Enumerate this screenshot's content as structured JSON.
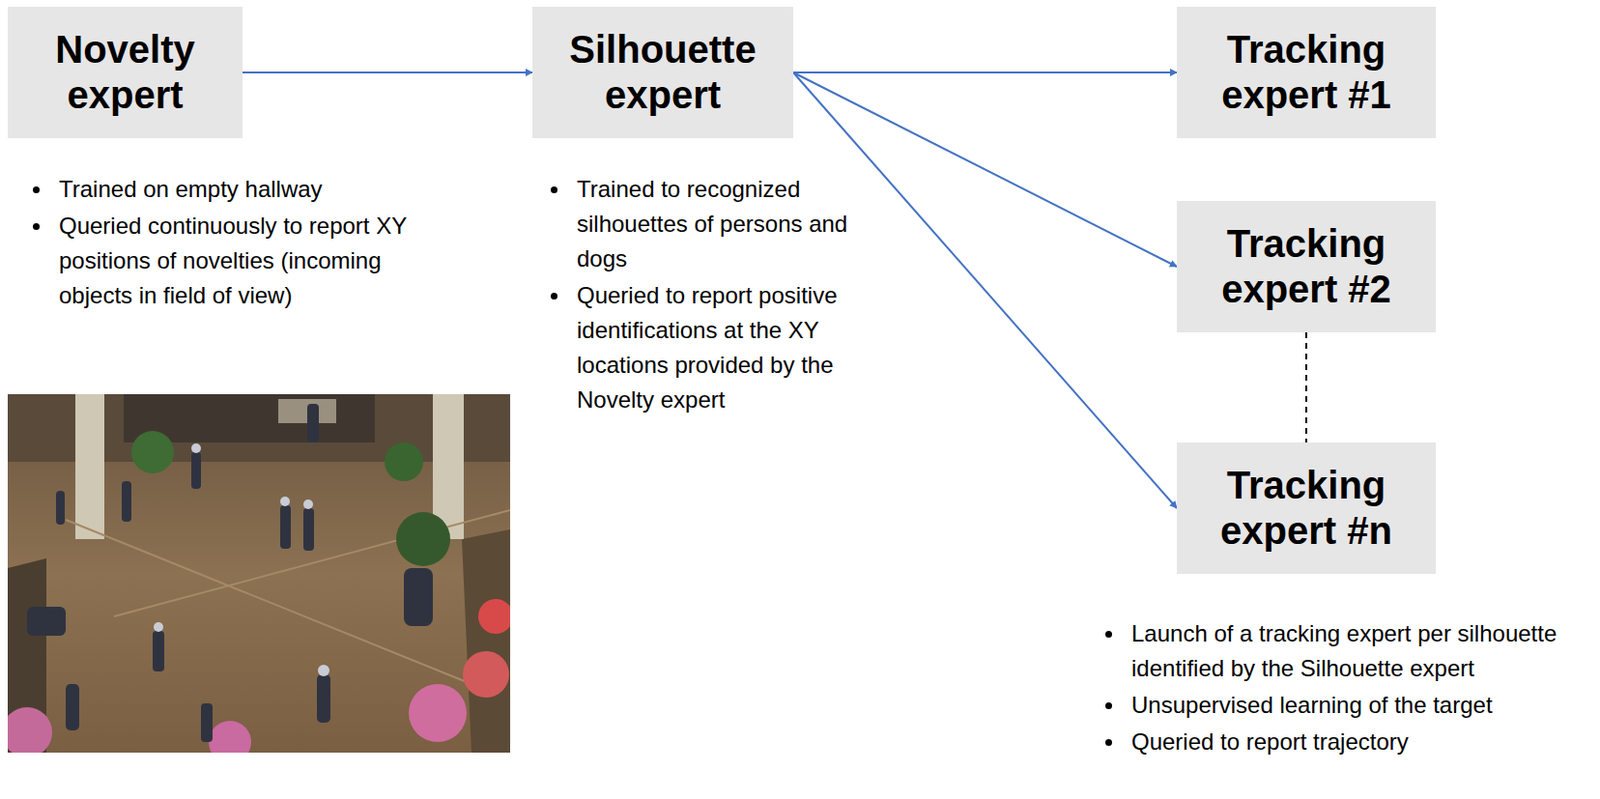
{
  "diagram": {
    "nodes": [
      {
        "text": [
          "Novelty expert"
        ]
      },
      {
        "text": [
          "Silhouette expert"
        ]
      },
      {
        "text": [
          "Tracking expert #1"
        ]
      },
      {
        "text": [
          "Tracking expert #2"
        ]
      },
      {
        "text": [
          "Tracking expert #n"
        ]
      }
    ],
    "edges": [
      {
        "from": 0,
        "to": 1,
        "arrow": "to"
      },
      {
        "from": 1,
        "to": 2,
        "arrow": "to"
      },
      {
        "from": 1,
        "to": 3,
        "arrow": "to"
      },
      {
        "from": 1,
        "to": 4,
        "arrow": "to"
      },
      {
        "from": 3,
        "to": 4,
        "arrow": "none"
      }
    ],
    "labels": [
      "Trained on empty hallway",
      "Queried continuously to report XY positions of novelties (incoming objects in field of view)",
      "Trained to recognized silhouettes of persons and dogs",
      "Queried to report positive identifications at the XY locations provided by the Novelty expert",
      "Launch of a tracking expert per silhouette identified by the Silhouette expert",
      "Unsupervised learning of the target",
      "Queried to report trajectory"
    ]
  }
}
